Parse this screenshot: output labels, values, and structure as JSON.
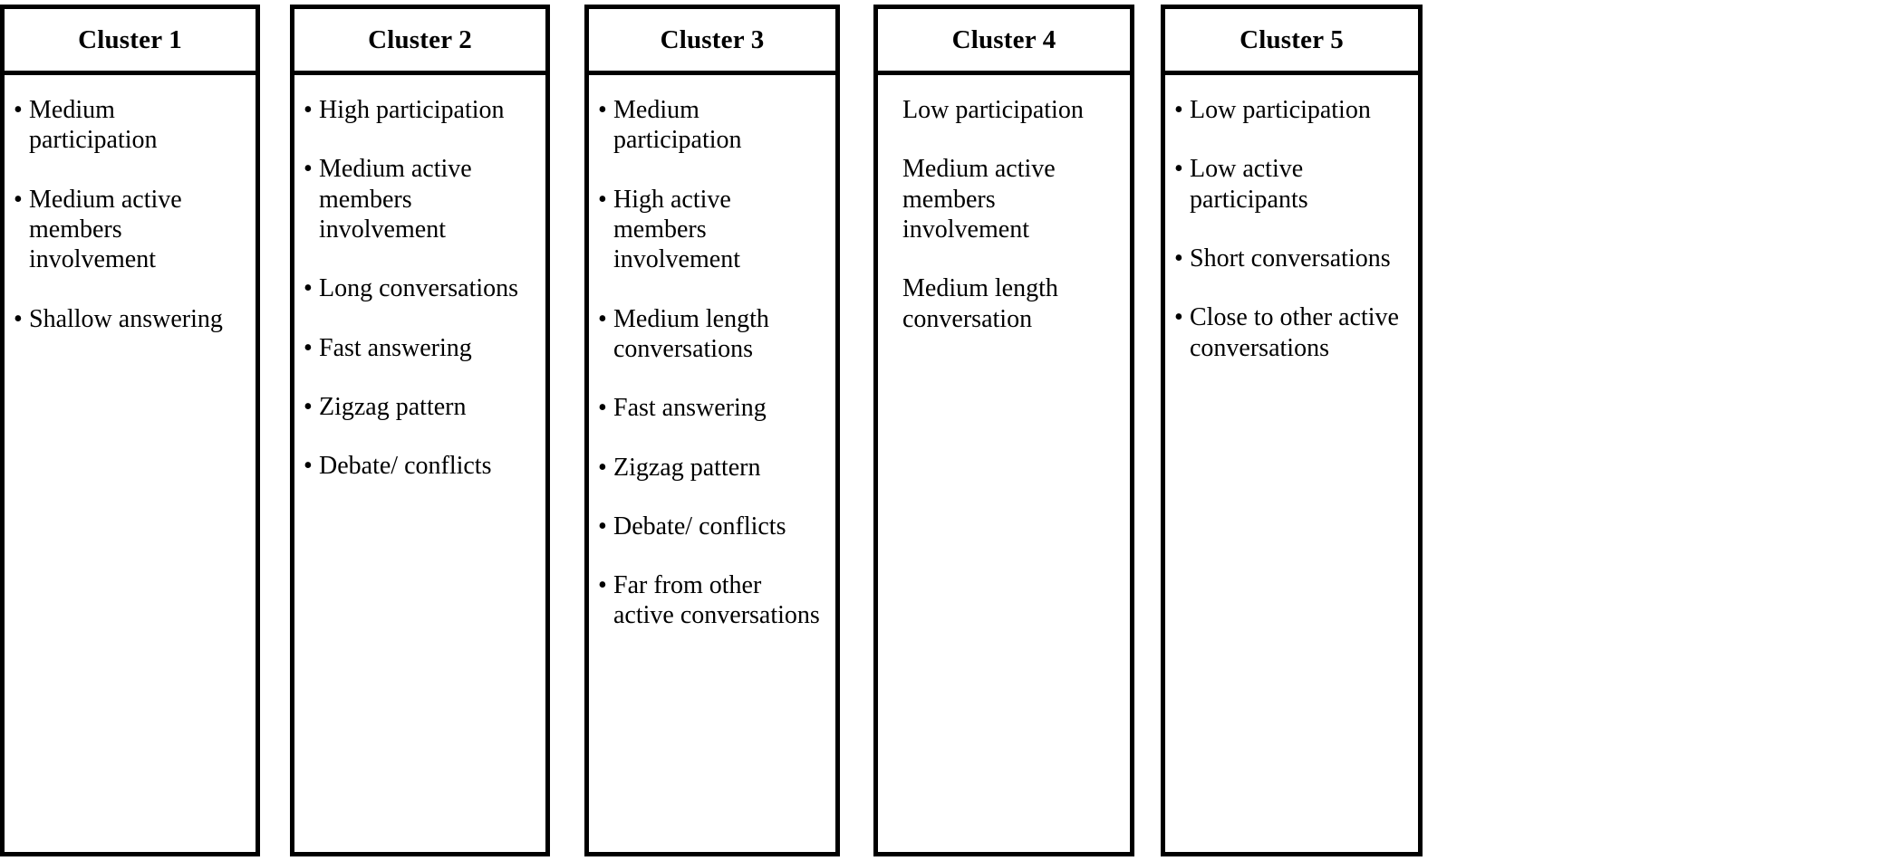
{
  "figure": {
    "type": "cluster-characteristics-table",
    "columns": 5,
    "bullet_glyph": "•"
  },
  "clusters": [
    {
      "title": "Cluster 1",
      "has_bullets": true,
      "items": [
        "Medium participation",
        "Medium active members involvement",
        "Shallow answering"
      ]
    },
    {
      "title": "Cluster 2",
      "has_bullets": true,
      "items": [
        "High participation",
        "Medium active members involvement",
        "Long conversations",
        "Fast answering",
        "Zigzag pattern",
        "Debate/ conflicts"
      ]
    },
    {
      "title": "Cluster 3",
      "has_bullets": true,
      "items": [
        "Medium participation",
        "High active members involvement",
        "Medium length conversations",
        "Fast answering",
        "Zigzag pattern",
        "Debate/ conflicts",
        "Far from other active conversations"
      ]
    },
    {
      "title": "Cluster 4",
      "has_bullets": false,
      "items": [
        "Low participation",
        "Medium active members involvement",
        "Medium length conversation"
      ]
    },
    {
      "title": "Cluster 5",
      "has_bullets": true,
      "items": [
        "Low participation",
        "Low active participants",
        "Short conversations",
        "Close to other active conversations"
      ]
    }
  ]
}
